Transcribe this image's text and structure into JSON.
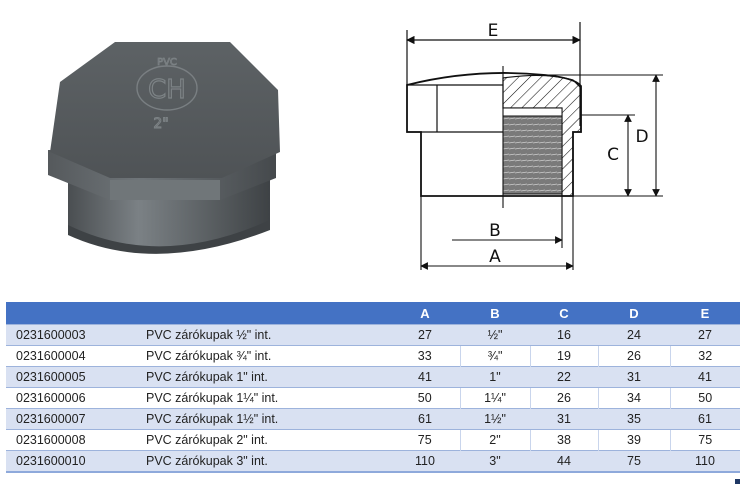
{
  "product_photo": {
    "alt": "grey PVC octagonal threaded end cap",
    "embossed_text": {
      "top": "PVC",
      "logo": "CH",
      "size": "2\""
    },
    "colors": {
      "body": "#5b6063",
      "highlight": "#7a8084",
      "shadow": "#3e4245"
    }
  },
  "technical_drawing": {
    "dimension_labels": {
      "E": "E",
      "D": "D",
      "C": "C",
      "B": "B",
      "A": "A"
    }
  },
  "table": {
    "colors": {
      "header_bg": "#4472c4",
      "header_text": "#ffffff",
      "band_bg": "#d9e1f2",
      "border": "#9db3dc"
    },
    "headers": [
      "",
      "",
      "A",
      "B",
      "C",
      "D",
      "E"
    ],
    "rows": [
      {
        "code": "0231600003",
        "name": "PVC zárókupak ½\" int.",
        "A": "27",
        "B": "½\"",
        "C": "16",
        "D": "24",
        "E": "27"
      },
      {
        "code": "0231600004",
        "name": "PVC zárókupak ¾\" int.",
        "A": "33",
        "B": "¾\"",
        "C": "19",
        "D": "26",
        "E": "32"
      },
      {
        "code": "0231600005",
        "name": "PVC zárókupak 1\" int.",
        "A": "41",
        "B": "1\"",
        "C": "22",
        "D": "31",
        "E": "41"
      },
      {
        "code": "0231600006",
        "name": "PVC zárókupak 1¼\" int.",
        "A": "50",
        "B": "1¼\"",
        "C": "26",
        "D": "34",
        "E": "50"
      },
      {
        "code": "0231600007",
        "name": "PVC zárókupak 1½\" int.",
        "A": "61",
        "B": "1½\"",
        "C": "31",
        "D": "35",
        "E": "61"
      },
      {
        "code": "0231600008",
        "name": "PVC zárókupak 2\" int.",
        "A": "75",
        "B": "2\"",
        "C": "38",
        "D": "39",
        "E": "75"
      },
      {
        "code": "0231600010",
        "name": "PVC zárókupak 3\" int.",
        "A": "110",
        "B": "3\"",
        "C": "44",
        "D": "75",
        "E": "110"
      }
    ]
  }
}
